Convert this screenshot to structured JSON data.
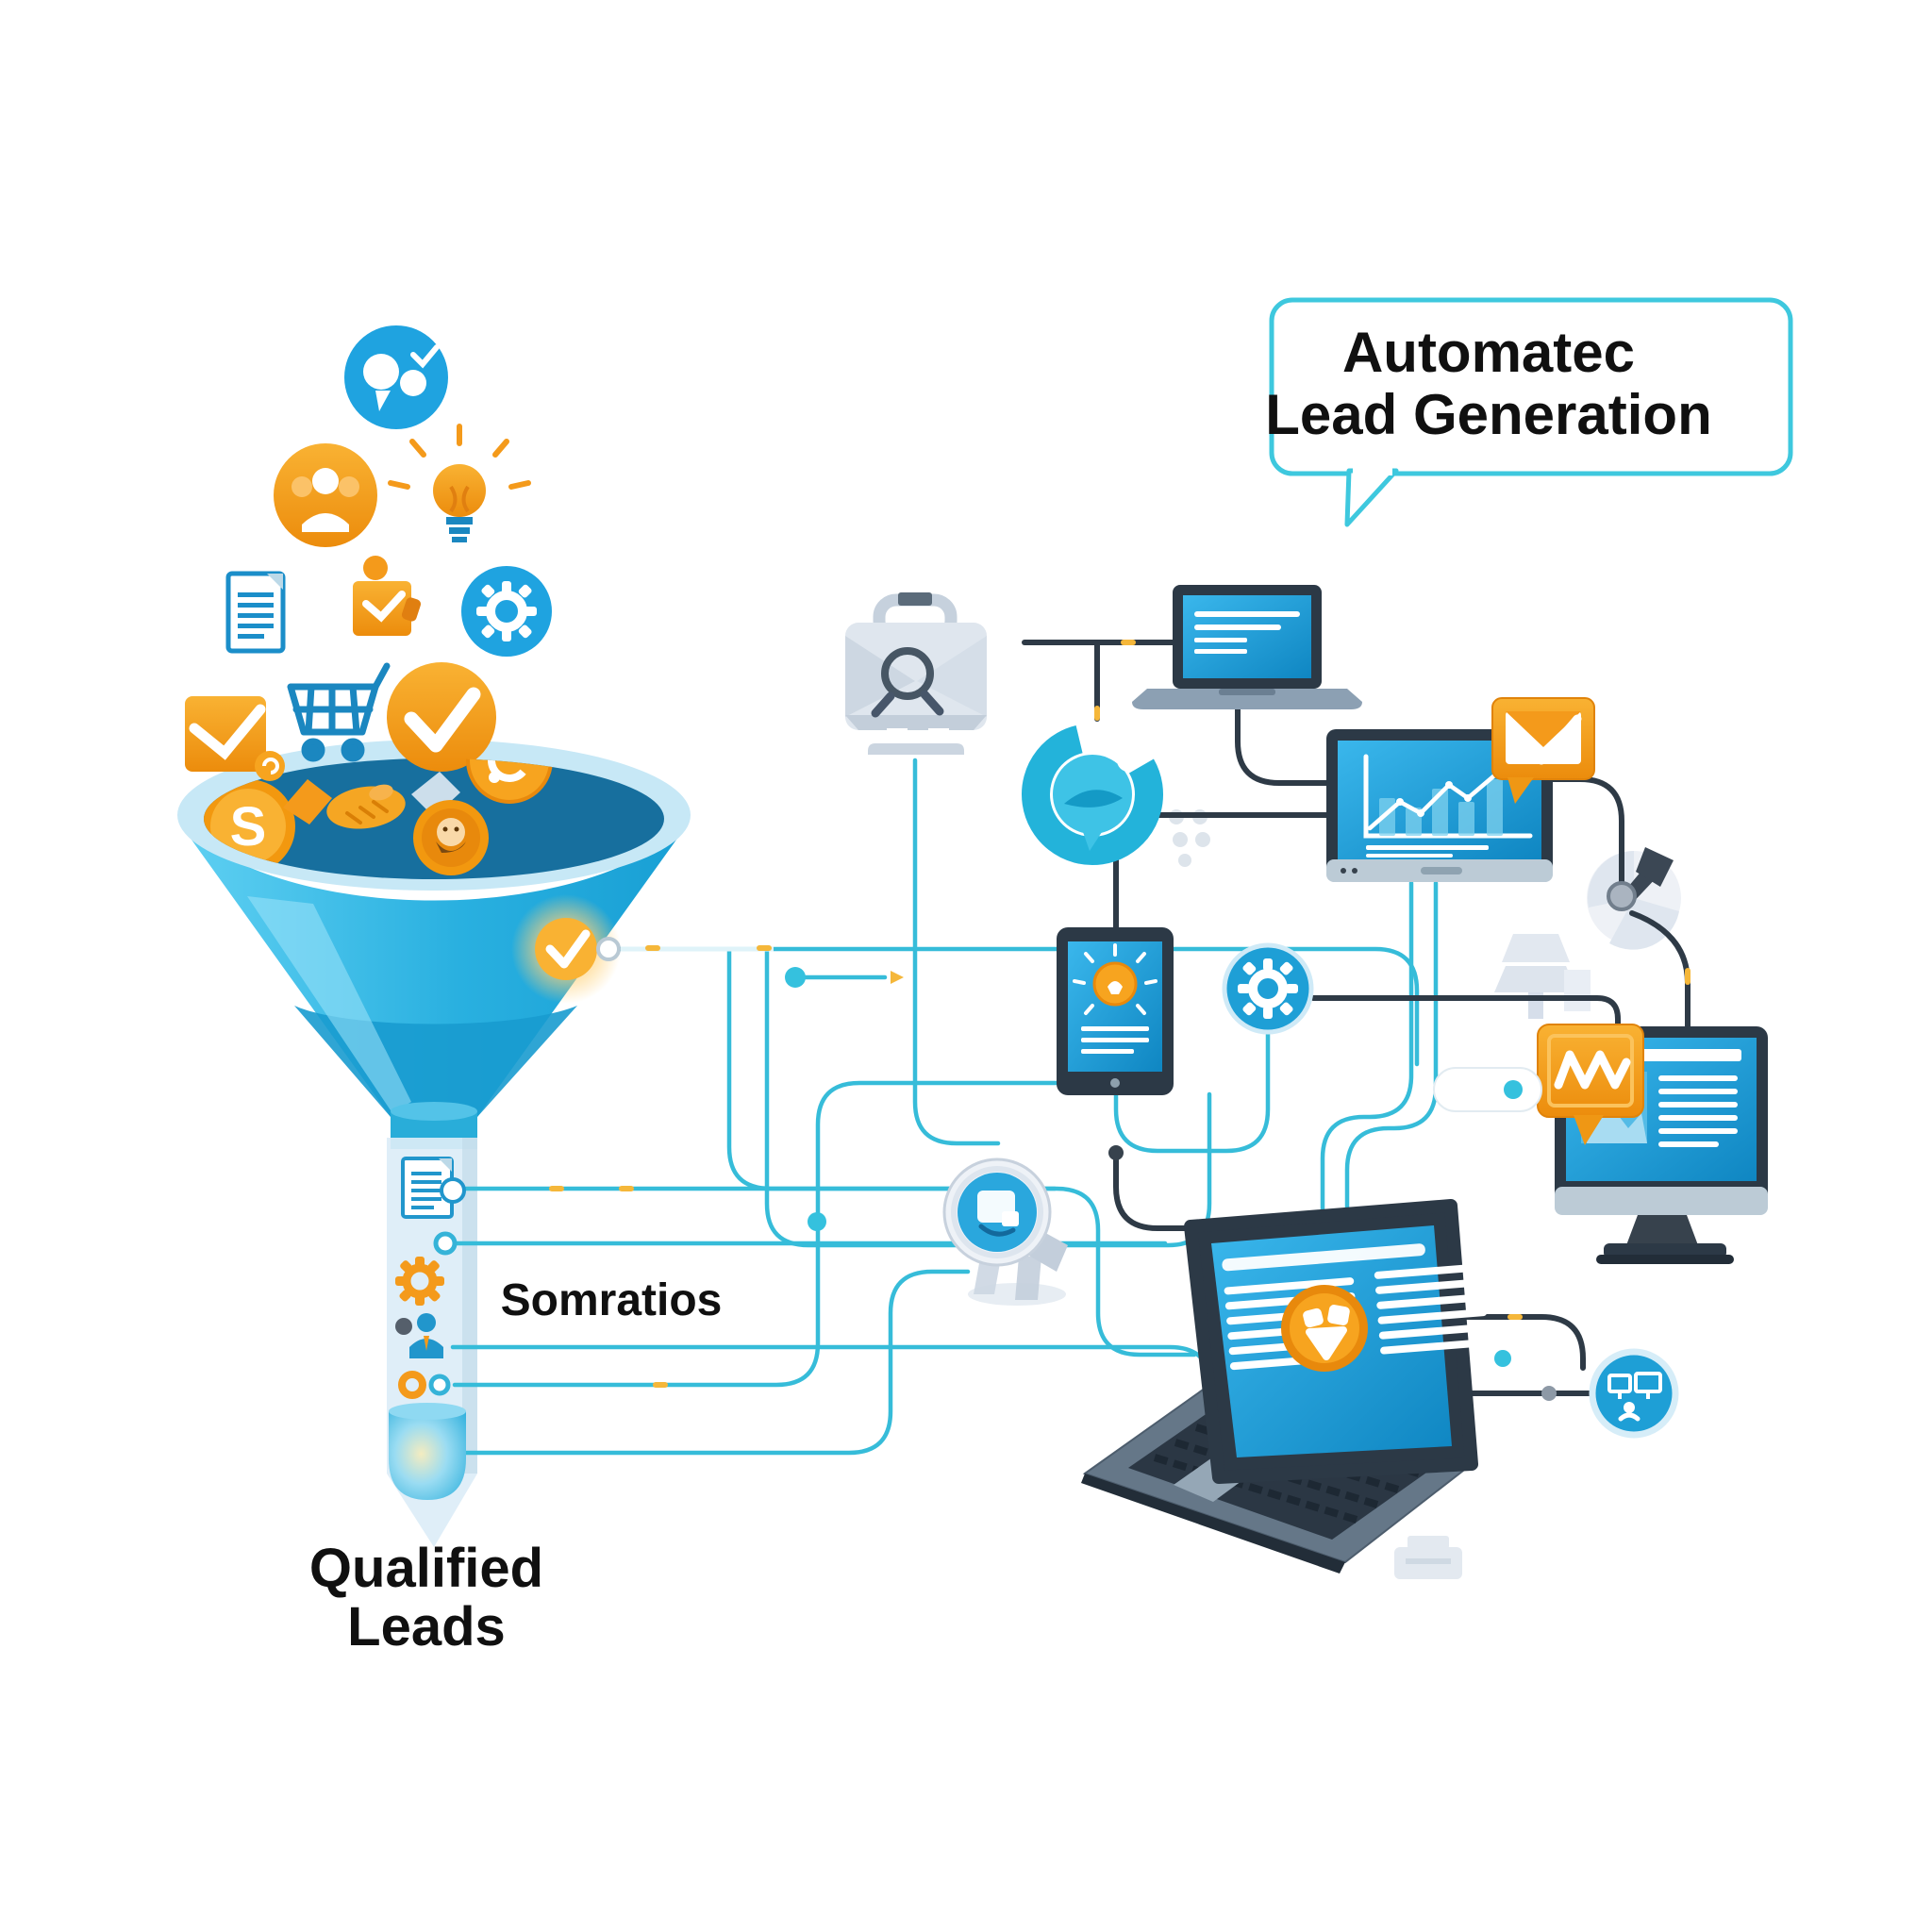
{
  "bubble": {
    "line1": "Automatec",
    "line2": "Lead Generation"
  },
  "funnel": {
    "label_mid": "Somratios",
    "label_bottom_line1": "Qualified",
    "label_bottom_line2": "Leads",
    "dollar_glyph": "S"
  },
  "icons": {
    "falling": [
      "social-chat-icon",
      "people-icon",
      "lightbulb-icon",
      "document-icon",
      "box-person-icon",
      "gear-circle-icon",
      "envelope-check-icon",
      "cart-icon",
      "check-circle-icon"
    ],
    "inside_funnel": [
      "dollar-coin-icon",
      "handshake-icon",
      "coin-face-icon",
      "chat-coin-icon",
      "glow-check-icon"
    ],
    "stem": [
      "document-badge-icon",
      "node-ring-icon",
      "gear-orange-icon",
      "person-gear-icon",
      "small-gear-node-icon",
      "glow-dome-icon"
    ],
    "network": [
      "briefcase-search-icon",
      "donut-chart-icon",
      "laptop-small-icon",
      "monitor-chart-icon",
      "mail-badge-icon",
      "gauge-icon",
      "tree-faded-icon",
      "tablet-idea-icon",
      "gear-blue-circle-icon",
      "monitor-browser-icon",
      "chat-zigzag-badge-icon",
      "magnifier-robot-icon",
      "laptop-large-icon",
      "screens-circle-icon",
      "printer-faded-icon"
    ]
  },
  "colors": {
    "accent_cyan": "#36bcd9",
    "bubble_border": "#3ec8de",
    "accent_orange": "#f49a1b",
    "orange_dark": "#e8890c",
    "funnel_blue": "#2ab3e2",
    "funnel_liquid": "#176f9e",
    "screen_blue": "#1b97d2",
    "line_dark": "#2e3a46",
    "text": "#101010"
  }
}
